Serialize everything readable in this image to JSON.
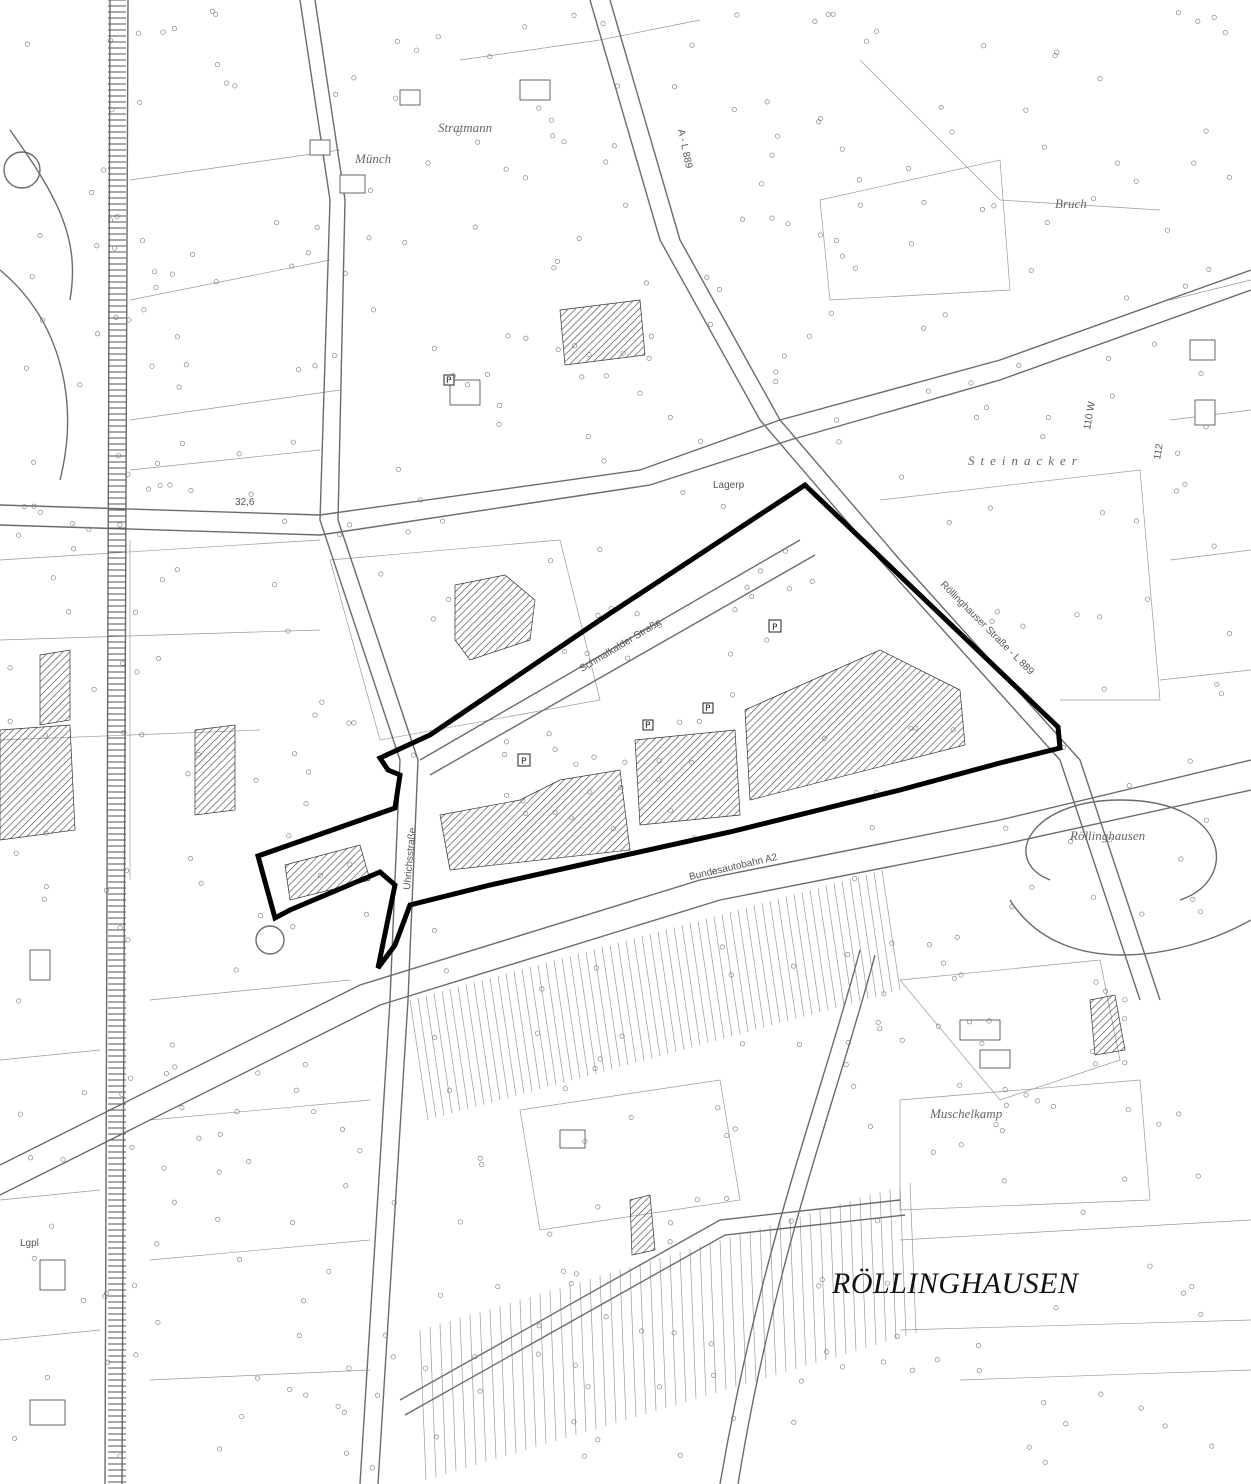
{
  "map": {
    "labels": {
      "district": "RÖLLINGHAUSEN",
      "road_l889_north": "A - L 889",
      "road_l889_east": "Röllinghauser Straße - L 889",
      "street_schmalkalder": "Schmalkalder Straße",
      "street_uhrichs": "Uhrichsstraße",
      "autobahn": "Bundesautobahn A2",
      "field_stratmann": "Stratmann",
      "field_munch": "Münch",
      "field_bruch": "Bruch",
      "field_steinacker": "Steinacker",
      "field_muschelkamp": "Muschelkamp",
      "place_lagerp": "Lagerp",
      "place_lgpl": "Lgpl",
      "interchange": "Röllinghausen",
      "height_1": "32,6",
      "height_2": "110 W",
      "height_3": "112"
    },
    "parking_symbol": "P",
    "colors": {
      "boundary": "#000000",
      "lines": "#6b6b6b",
      "background": "#ffffff"
    }
  }
}
